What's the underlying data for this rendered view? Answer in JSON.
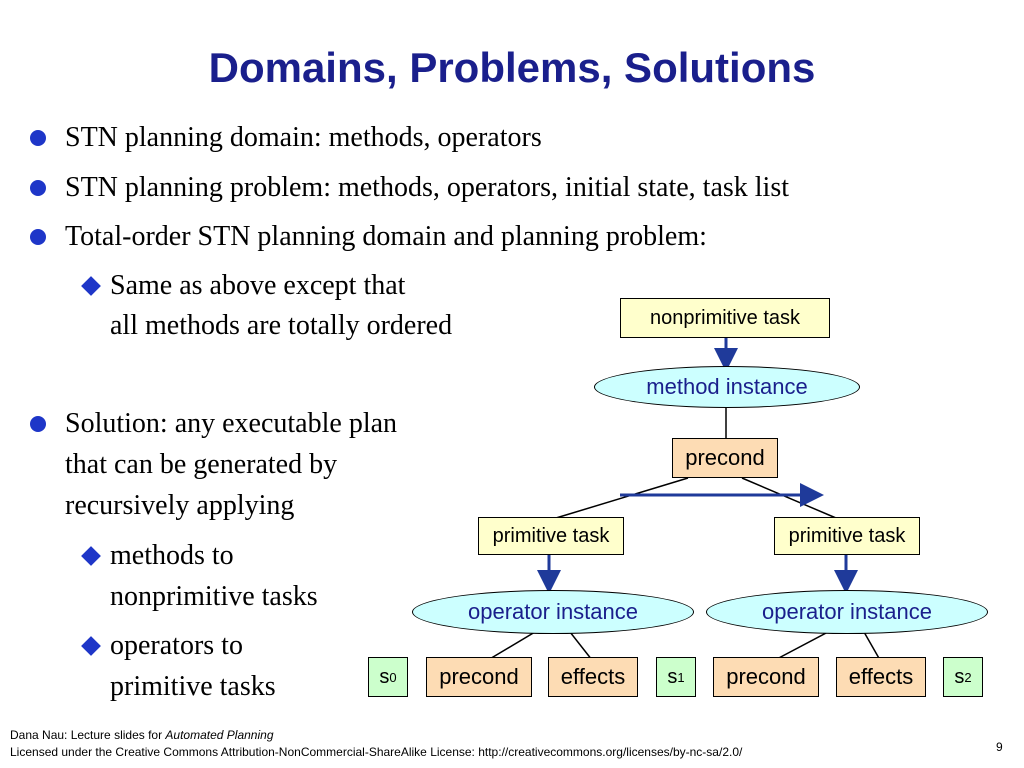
{
  "slide": {
    "title": "Domains, Problems, Solutions",
    "bullets": [
      "STN planning domain: methods, operators",
      "STN planning problem: methods, operators, initial state, task list",
      "Total-order STN planning domain and planning problem:"
    ],
    "sub_bullet_1": [
      "Same as above except that",
      "all methods are totally ordered"
    ],
    "solution_bullet": [
      "Solution: any executable plan",
      "that can be generated by",
      "recursively applying"
    ],
    "sub_bullet_2": [
      "methods to",
      "nonprimitive tasks"
    ],
    "sub_bullet_3": [
      "operators to",
      "primitive tasks"
    ]
  },
  "diagram": {
    "nonprimitive_task": "nonprimitive task",
    "method_instance": "method instance",
    "precond_top": "precond",
    "primitive_task_left": "primitive task",
    "primitive_task_right": "primitive task",
    "operator_instance_left": "operator instance",
    "operator_instance_right": "operator instance",
    "s0": "s",
    "s0_sub": "0",
    "s1": "s",
    "s1_sub": "1",
    "s2": "s",
    "s2_sub": "2",
    "precond_left": "precond",
    "effects_left": "effects",
    "precond_right": "precond",
    "effects_right": "effects",
    "colors": {
      "title": "#1a1f8c",
      "bullet": "#1e36c8",
      "arrow": "#1f3a9a",
      "task_fill": "#ffffcc",
      "cond_fill": "#fddcb4",
      "state_fill": "#ccffcc",
      "instance_fill": "#ccffff"
    }
  },
  "footer": {
    "line1_prefix": "Dana Nau: Lecture slides for ",
    "line1_italic": "Automated Planning",
    "line2": "Licensed under the Creative Commons Attribution-NonCommercial-ShareAlike License: http://creativecommons.org/licenses/by-nc-sa/2.0/",
    "page_number": "9"
  }
}
